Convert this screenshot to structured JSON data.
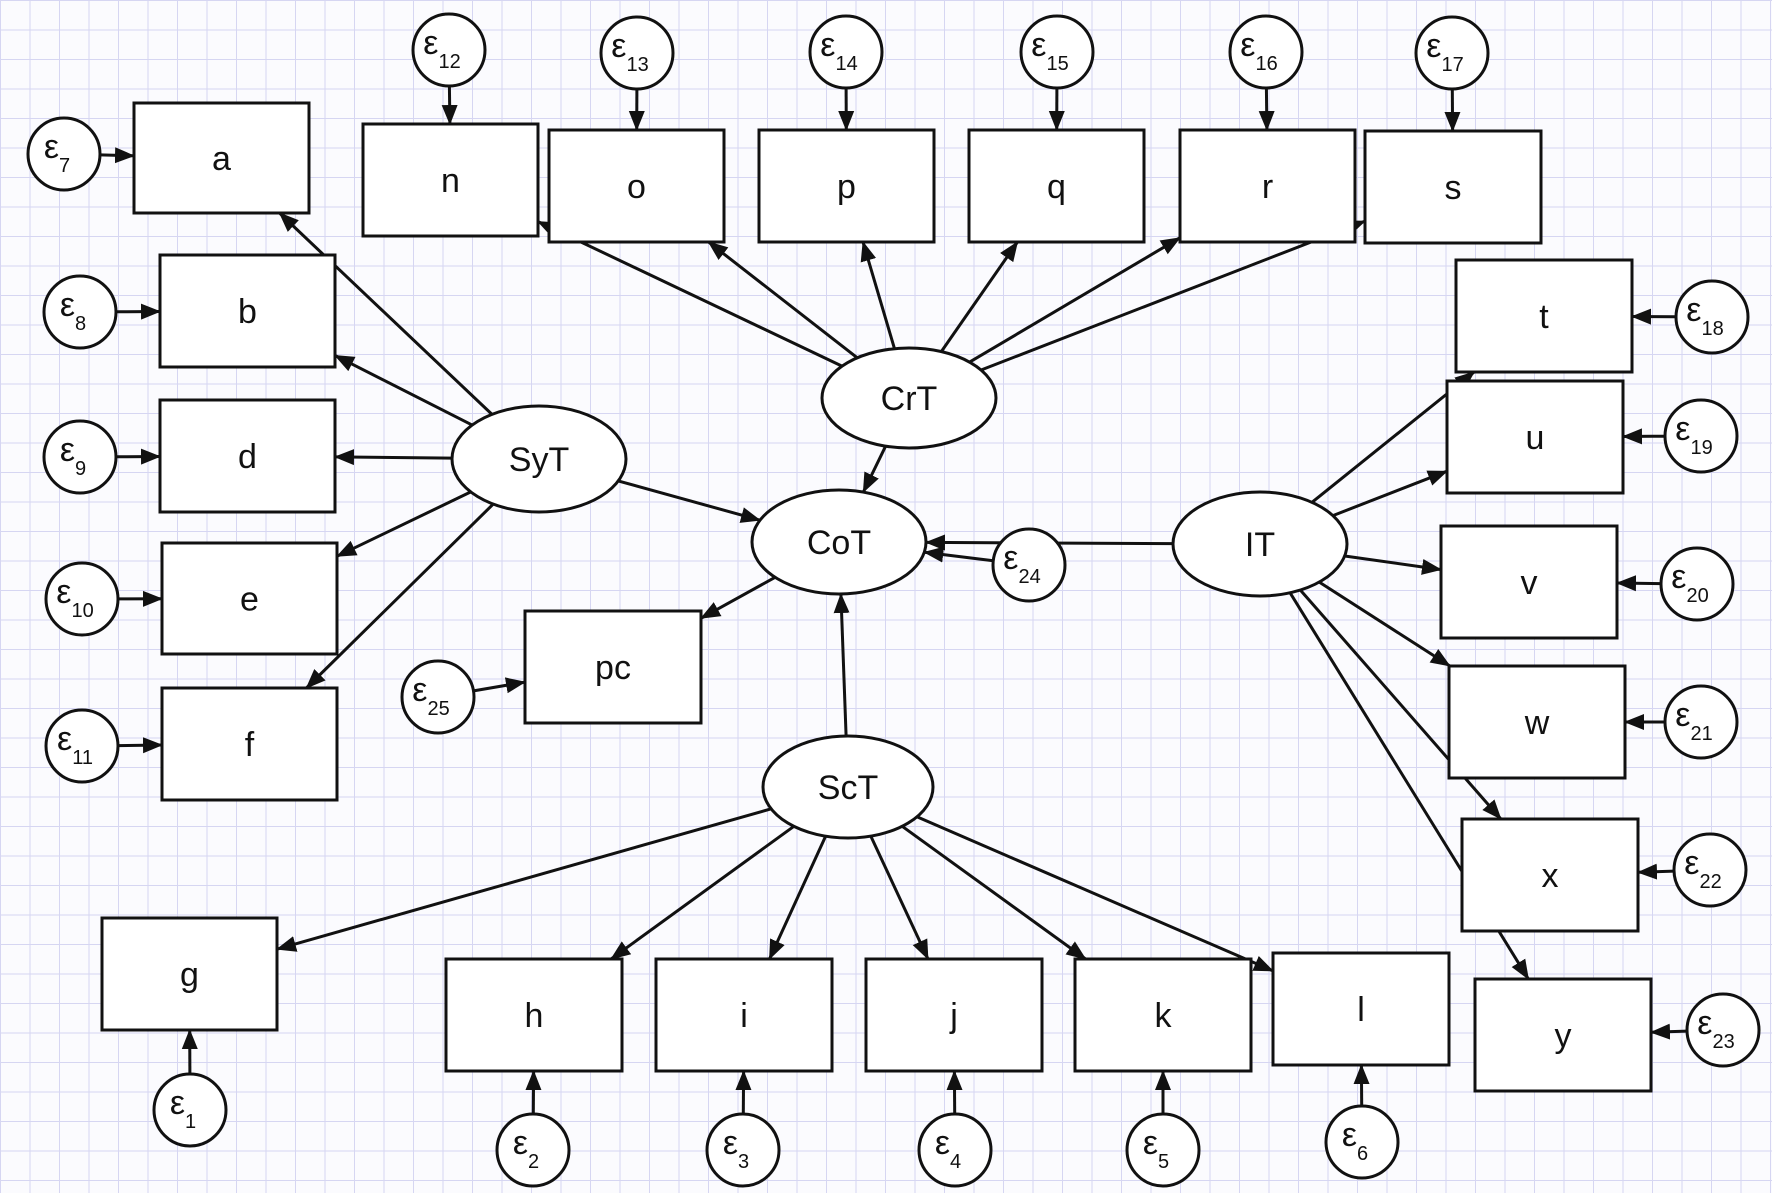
{
  "diagram": {
    "latents": [
      {
        "id": "CrT",
        "label": "CrT"
      },
      {
        "id": "SyT",
        "label": "SyT"
      },
      {
        "id": "CoT",
        "label": "CoT"
      },
      {
        "id": "IT",
        "label": "IT"
      },
      {
        "id": "ScT",
        "label": "ScT"
      }
    ],
    "observed": [
      {
        "id": "a",
        "label": "a"
      },
      {
        "id": "b",
        "label": "b"
      },
      {
        "id": "d",
        "label": "d"
      },
      {
        "id": "e",
        "label": "e"
      },
      {
        "id": "f",
        "label": "f"
      },
      {
        "id": "n",
        "label": "n"
      },
      {
        "id": "o",
        "label": "o"
      },
      {
        "id": "p",
        "label": "p"
      },
      {
        "id": "q",
        "label": "q"
      },
      {
        "id": "r",
        "label": "r"
      },
      {
        "id": "s",
        "label": "s"
      },
      {
        "id": "t",
        "label": "t"
      },
      {
        "id": "u",
        "label": "u"
      },
      {
        "id": "v",
        "label": "v"
      },
      {
        "id": "w",
        "label": "w"
      },
      {
        "id": "x",
        "label": "x"
      },
      {
        "id": "y",
        "label": "y"
      },
      {
        "id": "g",
        "label": "g"
      },
      {
        "id": "h",
        "label": "h"
      },
      {
        "id": "i",
        "label": "i"
      },
      {
        "id": "j",
        "label": "j"
      },
      {
        "id": "k",
        "label": "k"
      },
      {
        "id": "l",
        "label": "l"
      },
      {
        "id": "pc",
        "label": "pc"
      }
    ],
    "errors": [
      {
        "id": "e1",
        "sym": "ε",
        "sub": "1",
        "target": "g"
      },
      {
        "id": "e2",
        "sym": "ε",
        "sub": "2",
        "target": "h"
      },
      {
        "id": "e3",
        "sym": "ε",
        "sub": "3",
        "target": "i"
      },
      {
        "id": "e4",
        "sym": "ε",
        "sub": "4",
        "target": "j"
      },
      {
        "id": "e5",
        "sym": "ε",
        "sub": "5",
        "target": "k"
      },
      {
        "id": "e6",
        "sym": "ε",
        "sub": "6",
        "target": "l"
      },
      {
        "id": "e7",
        "sym": "ε",
        "sub": "7",
        "target": "a"
      },
      {
        "id": "e8",
        "sym": "ε",
        "sub": "8",
        "target": "b"
      },
      {
        "id": "e9",
        "sym": "ε",
        "sub": "9",
        "target": "d"
      },
      {
        "id": "e10",
        "sym": "ε",
        "sub": "10",
        "target": "e"
      },
      {
        "id": "e11",
        "sym": "ε",
        "sub": "11",
        "target": "f"
      },
      {
        "id": "e12",
        "sym": "ε",
        "sub": "12",
        "target": "n"
      },
      {
        "id": "e13",
        "sym": "ε",
        "sub": "13",
        "target": "o"
      },
      {
        "id": "e14",
        "sym": "ε",
        "sub": "14",
        "target": "p"
      },
      {
        "id": "e15",
        "sym": "ε",
        "sub": "15",
        "target": "q"
      },
      {
        "id": "e16",
        "sym": "ε",
        "sub": "16",
        "target": "r"
      },
      {
        "id": "e17",
        "sym": "ε",
        "sub": "17",
        "target": "s"
      },
      {
        "id": "e18",
        "sym": "ε",
        "sub": "18",
        "target": "t"
      },
      {
        "id": "e19",
        "sym": "ε",
        "sub": "19",
        "target": "u"
      },
      {
        "id": "e20",
        "sym": "ε",
        "sub": "20",
        "target": "v"
      },
      {
        "id": "e21",
        "sym": "ε",
        "sub": "21",
        "target": "w"
      },
      {
        "id": "e22",
        "sym": "ε",
        "sub": "22",
        "target": "x"
      },
      {
        "id": "e23",
        "sym": "ε",
        "sub": "23",
        "target": "y"
      },
      {
        "id": "e24",
        "sym": "ε",
        "sub": "24",
        "target": "CoT"
      },
      {
        "id": "e25",
        "sym": "ε",
        "sub": "25",
        "target": "pc"
      }
    ],
    "paths": [
      {
        "from": "SyT",
        "to": "a"
      },
      {
        "from": "SyT",
        "to": "b"
      },
      {
        "from": "SyT",
        "to": "d"
      },
      {
        "from": "SyT",
        "to": "e"
      },
      {
        "from": "SyT",
        "to": "f"
      },
      {
        "from": "SyT",
        "to": "CoT"
      },
      {
        "from": "CrT",
        "to": "n"
      },
      {
        "from": "CrT",
        "to": "o"
      },
      {
        "from": "CrT",
        "to": "p"
      },
      {
        "from": "CrT",
        "to": "q"
      },
      {
        "from": "CrT",
        "to": "r"
      },
      {
        "from": "CrT",
        "to": "s"
      },
      {
        "from": "CrT",
        "to": "CoT"
      },
      {
        "from": "IT",
        "to": "t"
      },
      {
        "from": "IT",
        "to": "u"
      },
      {
        "from": "IT",
        "to": "v"
      },
      {
        "from": "IT",
        "to": "w"
      },
      {
        "from": "IT",
        "to": "x"
      },
      {
        "from": "IT",
        "to": "y"
      },
      {
        "from": "IT",
        "to": "CoT"
      },
      {
        "from": "ScT",
        "to": "g"
      },
      {
        "from": "ScT",
        "to": "h"
      },
      {
        "from": "ScT",
        "to": "i"
      },
      {
        "from": "ScT",
        "to": "j"
      },
      {
        "from": "ScT",
        "to": "k"
      },
      {
        "from": "ScT",
        "to": "l"
      },
      {
        "from": "ScT",
        "to": "CoT"
      },
      {
        "from": "CoT",
        "to": "pc"
      }
    ],
    "colors": {
      "stroke": "#111111",
      "fill": "#ffffff",
      "grid": "#d6d6f2"
    }
  }
}
